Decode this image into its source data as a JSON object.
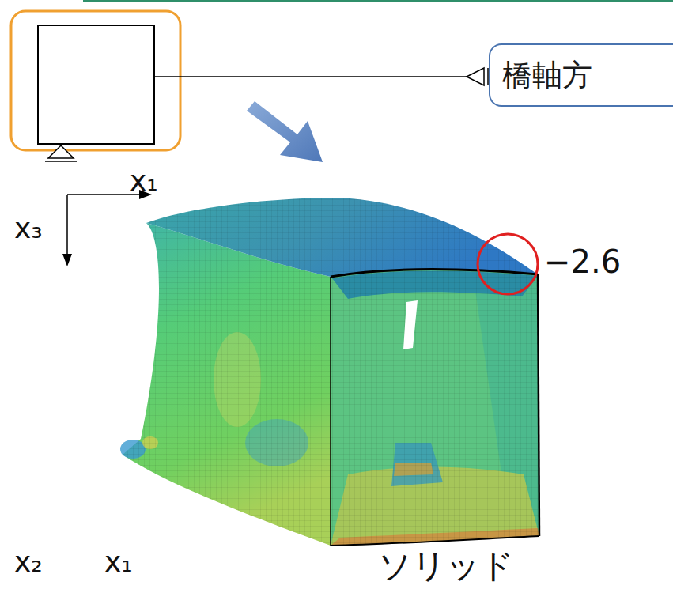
{
  "diagram": {
    "nodes": [
      {
        "text": [
          "橋軸方"
        ]
      }
    ],
    "labels": [
      "x₁",
      "x₃",
      "−2.6",
      "x₂",
      "x₁",
      "ソリッド"
    ]
  }
}
